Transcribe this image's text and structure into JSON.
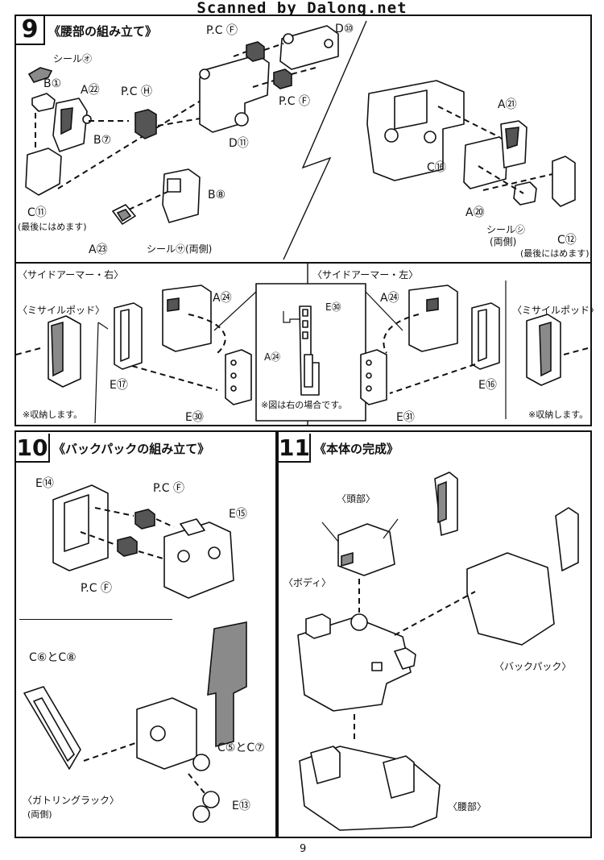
{
  "watermark": "Scanned by Dalong.net",
  "page_number": "9",
  "step9": {
    "number": "9",
    "title": "《腰部の組み立て》",
    "labels": {
      "seal_o": "シール㋔",
      "b1": "B①",
      "a22": "A㉒",
      "pch": "P.C Ⓗ",
      "b7": "B⑦",
      "c11": "C⑪",
      "c11_note": "(最後にはめます)",
      "pcf_top": "P.C Ⓕ",
      "d10": "D⑩",
      "pcf_mid": "P.C Ⓕ",
      "d11": "D⑪",
      "b8": "B⑧",
      "a23": "A㉓",
      "seal_sa": "シール㋚(両側)",
      "a21": "A㉑",
      "c16": "C⑯",
      "a20": "A⑳",
      "seal_shi": "シール㋛",
      "seal_shi_note": "(両側)",
      "c12": "C⑫",
      "c12_note": "(最後にはめます)"
    }
  },
  "side_armor": {
    "right_title": "〈サイドアーマー・右〉",
    "left_title": "〈サイドアーマー・左〉",
    "missile_pod_right": "〈ミサイルポッド〉",
    "missile_pod_left": "〈ミサイルポッド〉",
    "a24_right": "A㉔",
    "a24_left": "A㉔",
    "a24_inset": "A㉔",
    "e17": "E⑰",
    "e30_right": "E㉚",
    "e30_inset": "E㉚",
    "e16": "E⑯",
    "e31": "E㉛",
    "stowed_right": "※収納します。",
    "stowed_left": "※収納します。",
    "inset_note": "※図は右の場合です。"
  },
  "step10": {
    "number": "10",
    "title": "《バックパックの組み立て》",
    "e14": "E⑭",
    "pcf_top": "P.C Ⓕ",
    "e15": "E⑮",
    "pcf_bottom": "P.C Ⓕ",
    "c6c8": "C⑥とC⑧",
    "c5c7": "C⑤とC⑦",
    "e13": "E⑬",
    "gatling_rack": "〈ガトリングラック〉",
    "gatling_note": "(両側)"
  },
  "step11": {
    "number": "11",
    "title": "《本体の完成》",
    "head": "〈頭部〉",
    "body": "〈ボディ〉",
    "backpack": "〈バックパック〉",
    "waist": "〈腰部〉"
  }
}
